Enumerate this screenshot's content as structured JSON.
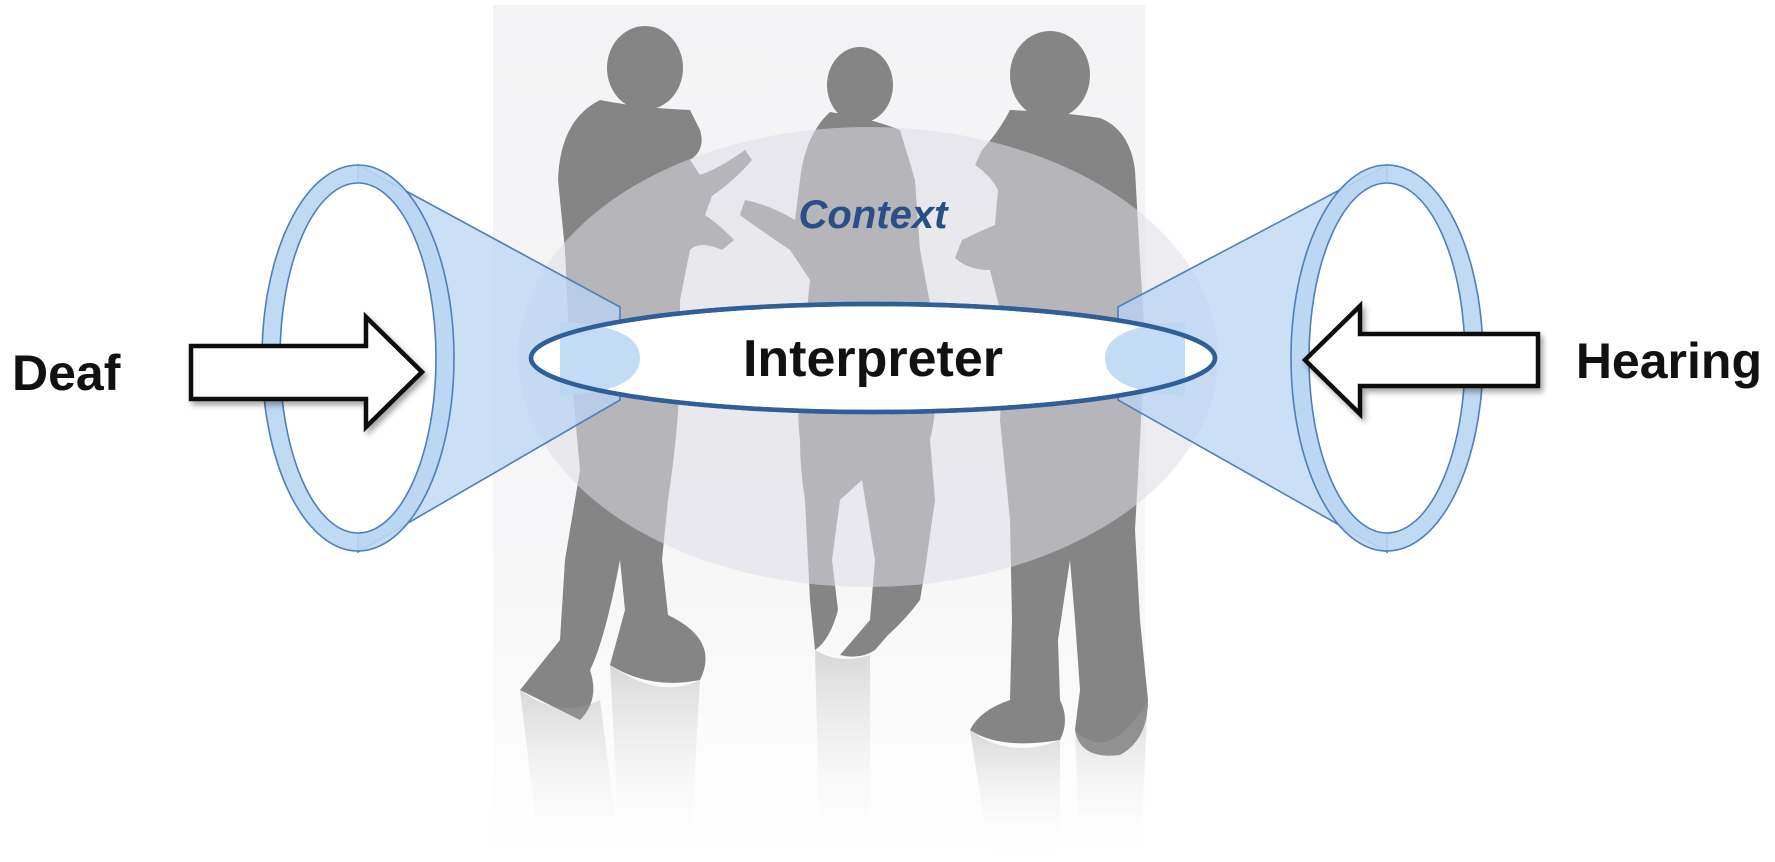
{
  "diagram": {
    "labels": {
      "deaf": "Deaf",
      "hearing": "Hearing",
      "interpreter": "Interpreter",
      "context": "Context"
    },
    "colors": {
      "background": "#ffffff",
      "photo_backdrop": "#f2f2f4",
      "silhouette": "#858585",
      "context_ellipse": "#dcdce6",
      "funnel_fill": "#b9d6f3",
      "funnel_stroke": "#4f7fb8",
      "interpreter_stroke": "#2f5f98",
      "context_text": "#2a4f86",
      "arrow_stroke": "#111111"
    },
    "icons": {
      "left_arrow": "arrow-right-outline-icon",
      "right_arrow": "arrow-left-outline-icon",
      "people": "three-people-silhouette"
    }
  }
}
